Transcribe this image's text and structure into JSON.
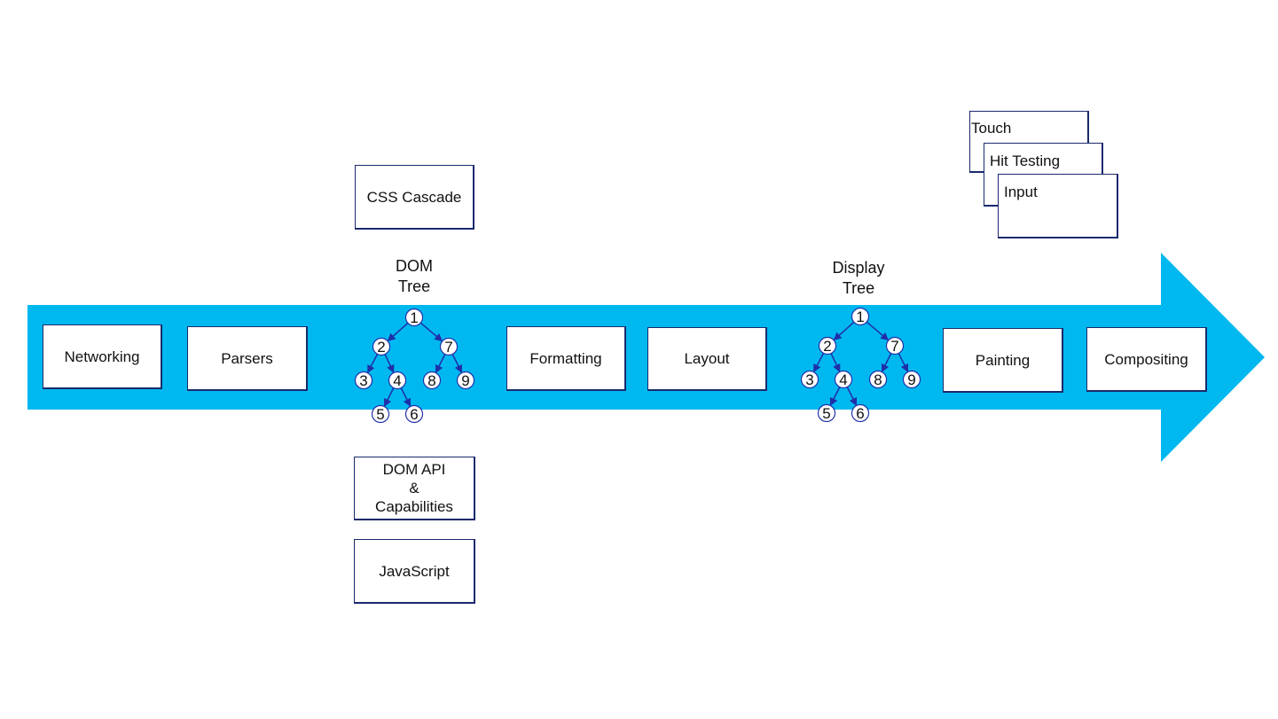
{
  "colors": {
    "arrow": "#00b8f0",
    "box_border": "#1a2a6c",
    "tree_edge": "#1f2fa8"
  },
  "pipeline": {
    "networking": "Networking",
    "parsers": "Parsers",
    "formatting": "Formatting",
    "layout": "Layout",
    "painting": "Painting",
    "compositing": "Compositing"
  },
  "dom_tree": {
    "title_line1": "DOM",
    "title_line2": "Tree",
    "nodes": [
      "1",
      "2",
      "3",
      "4",
      "5",
      "6",
      "7",
      "8",
      "9"
    ]
  },
  "display_tree": {
    "title_line1": "Display",
    "title_line2": "Tree",
    "nodes": [
      "1",
      "2",
      "3",
      "4",
      "5",
      "6",
      "7",
      "8",
      "9"
    ]
  },
  "css_cascade": "CSS Cascade",
  "dom_api": {
    "line1": "DOM API",
    "line2": "&",
    "line3": "Capabilities"
  },
  "javascript": "JavaScript",
  "input_stack": {
    "touch": "Touch",
    "hit_testing": "Hit Testing",
    "input": "Input"
  }
}
